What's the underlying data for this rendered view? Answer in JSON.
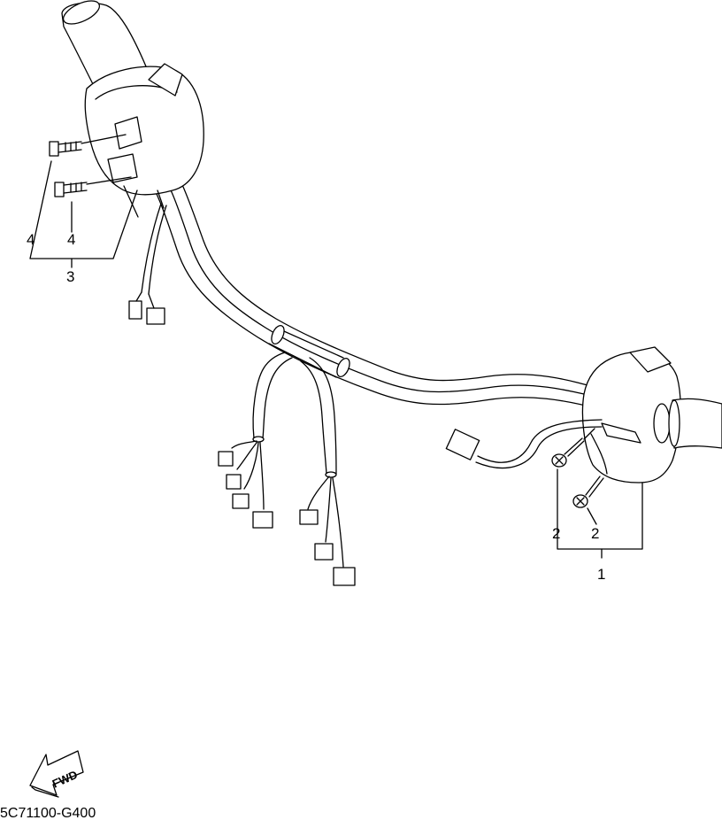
{
  "callouts": {
    "left_screw_a": "4",
    "left_screw_b": "4",
    "left_switch": "3",
    "right_screw_a": "2",
    "right_screw_b": "2",
    "right_switch": "1"
  },
  "direction_arrow": {
    "label": "FWD"
  },
  "drawing_code": "5C71100-G400",
  "colors": {
    "line": "#000000",
    "background": "#ffffff"
  }
}
